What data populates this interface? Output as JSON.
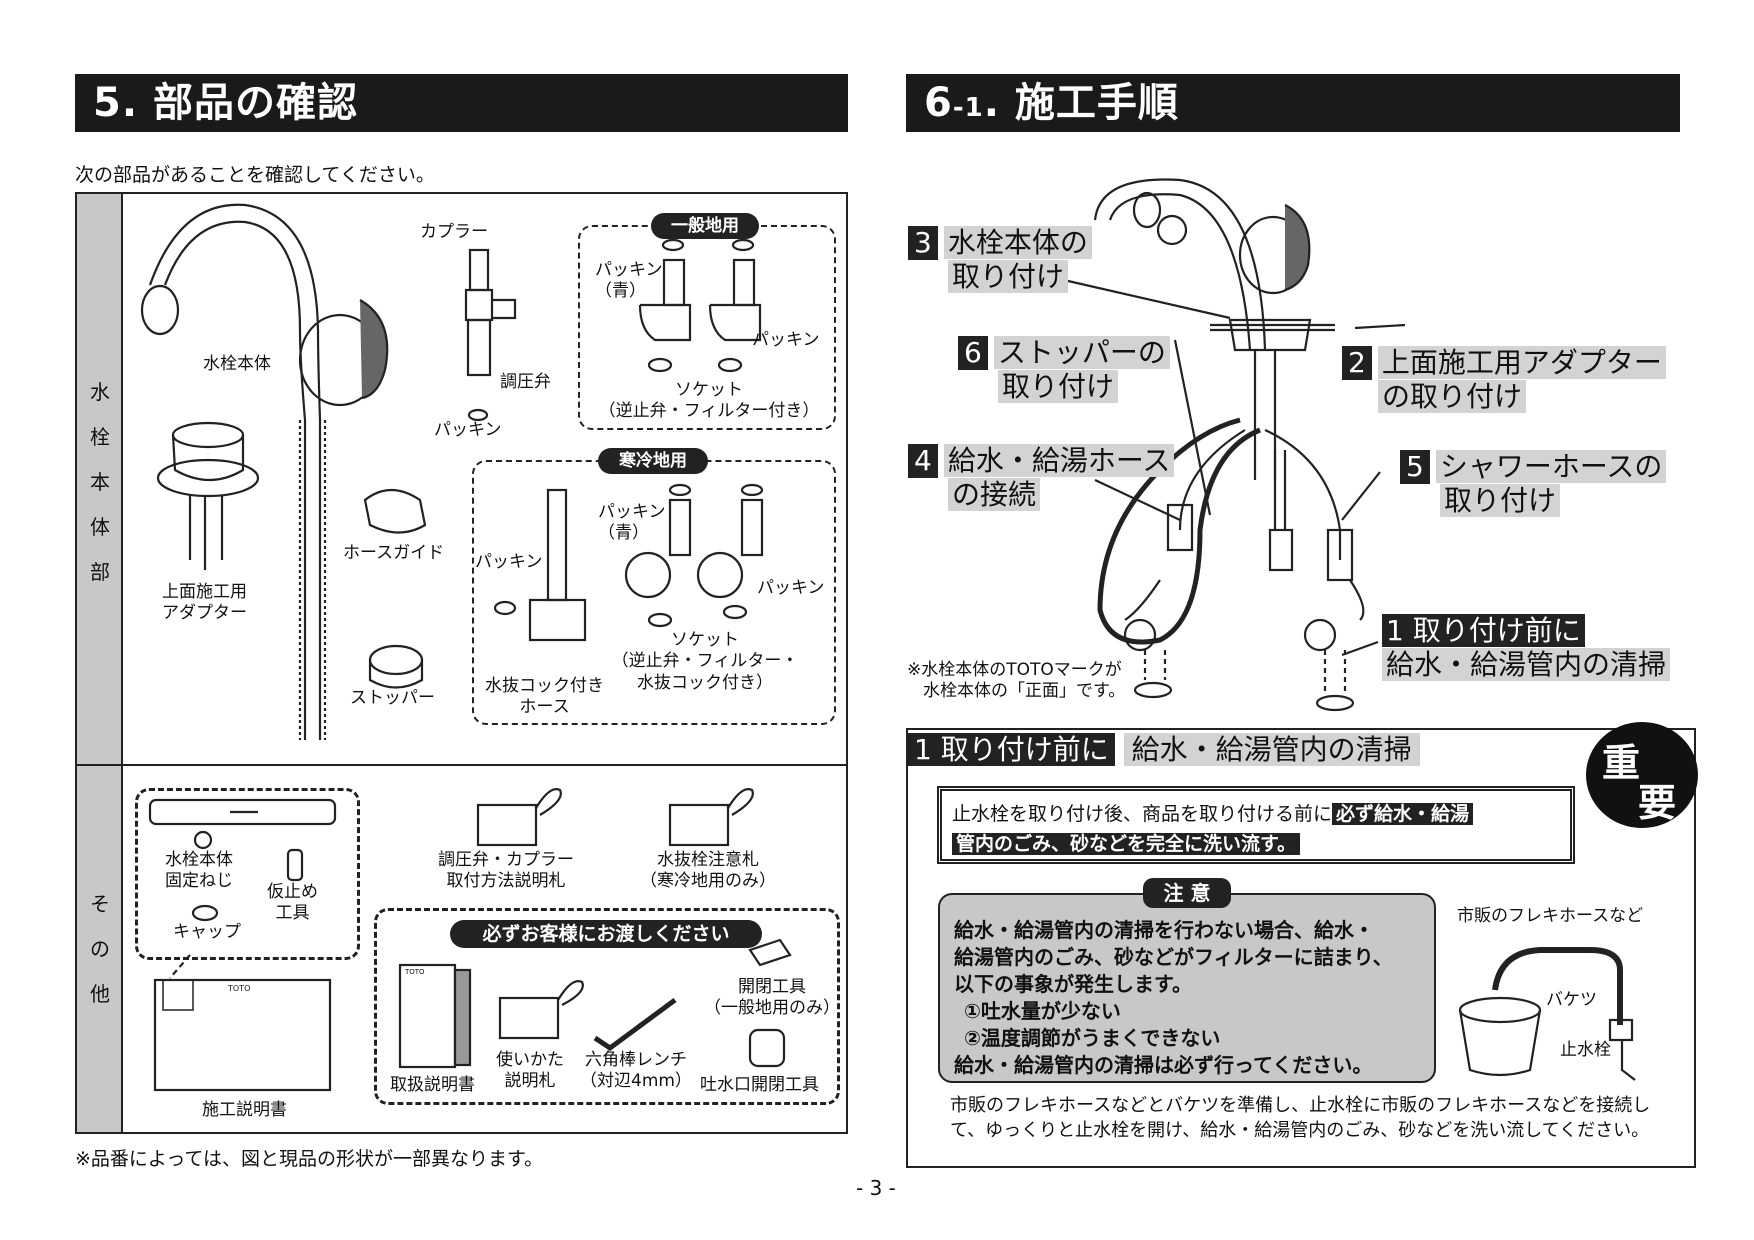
{
  "left": {
    "header_num": "5.",
    "header_title": "部品の確認",
    "intro": "次の部品があることを確認してください。",
    "row1_label": [
      "水",
      "栓",
      "本",
      "体",
      "部"
    ],
    "row2_label": [
      "そ",
      "の",
      "他"
    ],
    "parts": {
      "faucet_body": "水栓本体",
      "adapter_1": "上面施工用",
      "adapter_2": "アダプター",
      "coupler": "カプラー",
      "regulator": "調圧弁",
      "packing": "パッキン",
      "hose_guide": "ホースガイド",
      "stopper": "ストッパー"
    },
    "general": {
      "title": "一般地用",
      "packing_blue_1": "パッキン",
      "packing_blue_2": "（青）",
      "packing": "パッキン",
      "socket_1": "ソケット",
      "socket_2": "（逆止弁・フィルター付き）"
    },
    "cold": {
      "title": "寒冷地用",
      "packing_blue_1": "パッキン",
      "packing_blue_2": "（青）",
      "packing_left": "パッキン",
      "packing_right": "パッキン",
      "drain_hose_1": "水抜コック付き",
      "drain_hose_2": "ホース",
      "socket_1": "ソケット",
      "socket_2": "（逆止弁・フィルター・",
      "socket_3": "水抜コック付き）"
    },
    "other": {
      "screw_1": "水栓本体",
      "screw_2": "固定ねじ",
      "temp_tool_1": "仮止め",
      "temp_tool_2": "工具",
      "cap": "キャップ",
      "manual_brand": "TOTO",
      "install_manual": "施工説明書",
      "tag1_1": "調圧弁・カプラー",
      "tag1_2": "取付方法説明札",
      "tag2_1": "水抜栓注意札",
      "tag2_2": "（寒冷地用のみ）",
      "customer_title": "必ずお客様にお渡しください",
      "handling_manual": "取扱説明書",
      "usage_tag_1": "使いかた",
      "usage_tag_2": "説明札",
      "hex_wrench_1": "六角棒レンチ",
      "hex_wrench_2": "（対辺4mm）",
      "open_tool_1": "開閉工具",
      "open_tool_2": "（一般地用のみ）",
      "spout_tool": "吐水口開閉工具"
    },
    "footnote": "※品番によっては、図と現品の形状が一部異なります。"
  },
  "right": {
    "header_num": "6",
    "header_sub": "-1",
    "header_title": ". 施工手順",
    "step3": {
      "num": "3",
      "line1": "水栓本体の",
      "line2": "取り付け"
    },
    "step6": {
      "num": "6",
      "line1": "ストッパーの",
      "line2": "取り付け"
    },
    "step2": {
      "num": "2",
      "line1": "上面施工用アダプター",
      "line2": "の取り付け"
    },
    "step4": {
      "num": "4",
      "line1": "給水・給湯ホース",
      "line2": "の接続"
    },
    "step5": {
      "num": "5",
      "line1": "シャワーホースの",
      "line2": "取り付け"
    },
    "step1": {
      "line1": "1 取り付け前に",
      "line2": "給水・給湯管内の清掃"
    },
    "note_1": "※水栓本体のTOTOマークが",
    "note_2": "水栓本体の「正面」です。",
    "box_title_num": "1 取り付け前に",
    "box_title": "給水・給湯管内の清掃",
    "important_1": "重",
    "important_2": "要",
    "framed_1a": "止水栓を取り付け後、商品を取り付ける前に",
    "framed_1b": "必ず給水・給湯",
    "framed_2": "管内のごみ、砂などを完全に洗い流す。",
    "caution_title": "注 意",
    "caution_lines": [
      "給水・給湯管内の清掃を行わない場合、給水・",
      "給湯管内のごみ、砂などがフィルターに詰まり、",
      "以下の事象が発生します。",
      "①吐水量が少ない",
      "②温度調節がうまくできない",
      "給水・給湯管内の清掃は必ず行ってください。"
    ],
    "flexi_hose": "市販のフレキホースなど",
    "bucket": "バケツ",
    "stop_valve": "止水栓",
    "bottom_1": "市販のフレキホースなどとバケツを準備し、止水栓に市販のフレキホースなどを接続し",
    "bottom_2": "て、ゆっくりと止水栓を開け、給水・給湯管内のごみ、砂などを洗い流してください。"
  },
  "page_number": "- 3 -"
}
